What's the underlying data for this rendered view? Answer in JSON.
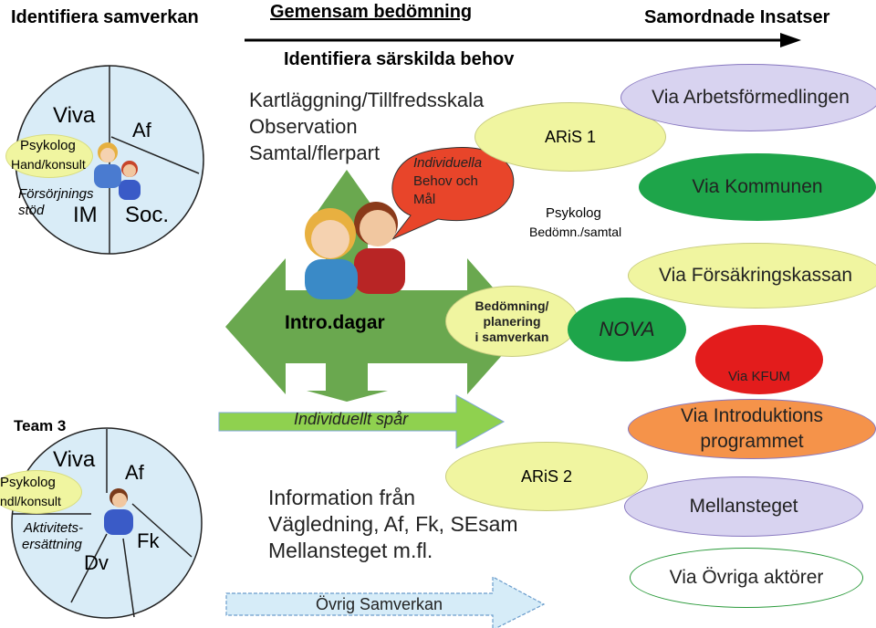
{
  "header": {
    "left": "Identifiera samverkan",
    "center": "Gemensam bedömning",
    "right": "Samordnade Insatser",
    "subtitle": "Identifiera särskilda behov"
  },
  "circle_top": {
    "viva": "Viva",
    "af": "Af",
    "psykolog": "Psykolog",
    "hand": "Hand/konsult",
    "forsorjning": "Försörjnings",
    "stod": "stöd",
    "im": "IM",
    "soc": "Soc."
  },
  "methods": {
    "line1": "Kartläggning/Tillfredsskala",
    "line2": "Observation",
    "line3": "Samtal/flerpart"
  },
  "speech": {
    "line1": "Individuella",
    "line2": "Behov och",
    "line3": "Mål"
  },
  "aris1": "ARiS 1",
  "psykolog_bedomn": {
    "line1": "Psykolog",
    "line2": "Bedömn./samtal"
  },
  "intro": "Intro.dagar",
  "bedomning": {
    "line1": "Bedömning/",
    "line2": "planering",
    "line3": "i samverkan"
  },
  "nova": "NOVA",
  "right_ovals": {
    "arbetsformedlingen": "Via Arbetsförmedlingen",
    "kommunen": "Via Kommunen",
    "forsakringskassan": "Via Försäkringskassan",
    "kfum": "Via KFUM",
    "introduktion_1": "Via Introduktions",
    "introduktion_2": "programmet",
    "mellansteget": "Mellansteget",
    "ovriga": "Via Övriga aktörer"
  },
  "team": {
    "title": "Team 3",
    "viva": "Viva",
    "af": "Af",
    "psykolog": "Psykolog",
    "hand": "ndl/konsult",
    "aktivitets1": "Aktivitets-",
    "aktivitets2": "ersättning",
    "fk": "Fk",
    "dv": "Dv"
  },
  "individuellt_spar": "Individuellt spår",
  "aris2": "ARiS 2",
  "information": {
    "line1": "Information från",
    "line2": "Vägledning, Af, Fk, SEsam",
    "line3": "Mellansteget m.fl."
  },
  "ovrig_samverkan": "Övrig Samverkan",
  "colors": {
    "green_arrow": "#6aa84f",
    "light_green_arrow": "#8fd14f",
    "light_blue_arrow": "#d6ecf8",
    "yellow_oval": "#f0f5a0",
    "red_callout": "#e8452a",
    "green_oval": "#1ea54a",
    "red_oval": "#e31c1c",
    "orange_oval": "#f5934a",
    "lavender_oval": "#d8d3f0",
    "circle_fill": "#d9ecf7"
  }
}
